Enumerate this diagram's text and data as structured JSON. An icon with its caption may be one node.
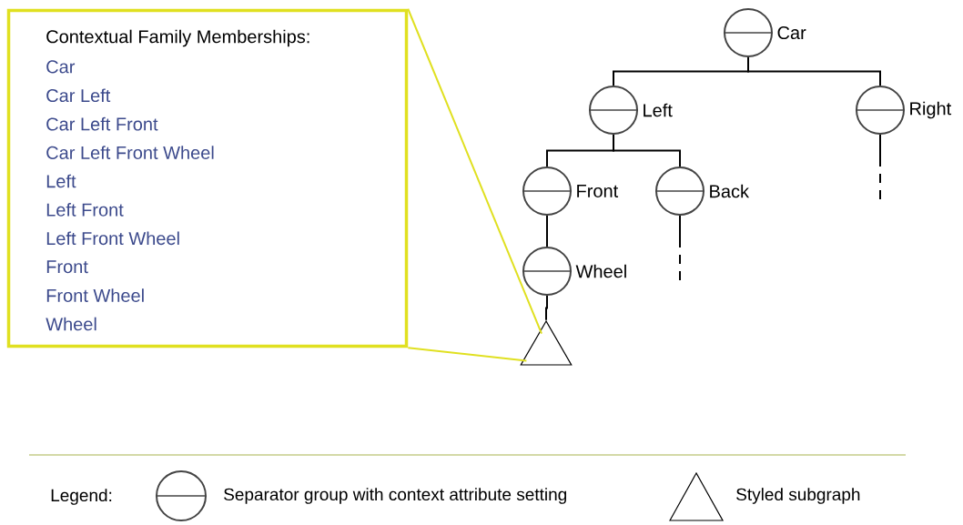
{
  "diagram": {
    "nodes": [
      {
        "text": [
          "Contextual Family Memberships:",
          "Car",
          "Car Left",
          "Car Left Front",
          "Car Left Front Wheel",
          "Left",
          "Left Front",
          "Left Front Wheel",
          "Front",
          "Front Wheel",
          "Wheel"
        ]
      },
      {
        "text": [
          "Car"
        ]
      },
      {
        "text": [
          "Left"
        ]
      },
      {
        "text": [
          "Right"
        ]
      },
      {
        "text": [
          "Front"
        ]
      },
      {
        "text": [
          "Back"
        ]
      },
      {
        "text": [
          "Wheel"
        ]
      },
      {
        "text": [],
        "shape": "triangle"
      }
    ],
    "edges": [
      {
        "from": 1,
        "to": 2,
        "arrow": "none"
      },
      {
        "from": 1,
        "to": 3,
        "arrow": "none"
      },
      {
        "from": 2,
        "to": 4,
        "arrow": "none"
      },
      {
        "from": 2,
        "to": 5,
        "arrow": "none"
      },
      {
        "from": 4,
        "to": 6,
        "arrow": "none"
      },
      {
        "from": 6,
        "to": 7,
        "arrow": "none"
      },
      {
        "from": 3,
        "to": null,
        "arrow": "none",
        "style": "dashed"
      },
      {
        "from": 5,
        "to": null,
        "arrow": "none",
        "style": "dashed"
      },
      {
        "from": 0,
        "to": 7,
        "arrow": "none",
        "color": "#e0e020"
      },
      {
        "from": 0,
        "to": 7,
        "arrow": "none",
        "color": "#e0e020"
      }
    ],
    "labels": [
      "Legend:"
    ],
    "legend": [
      {
        "text": "Separator group with context attribute setting"
      },
      {
        "text": "Styled subgraph"
      }
    ]
  }
}
